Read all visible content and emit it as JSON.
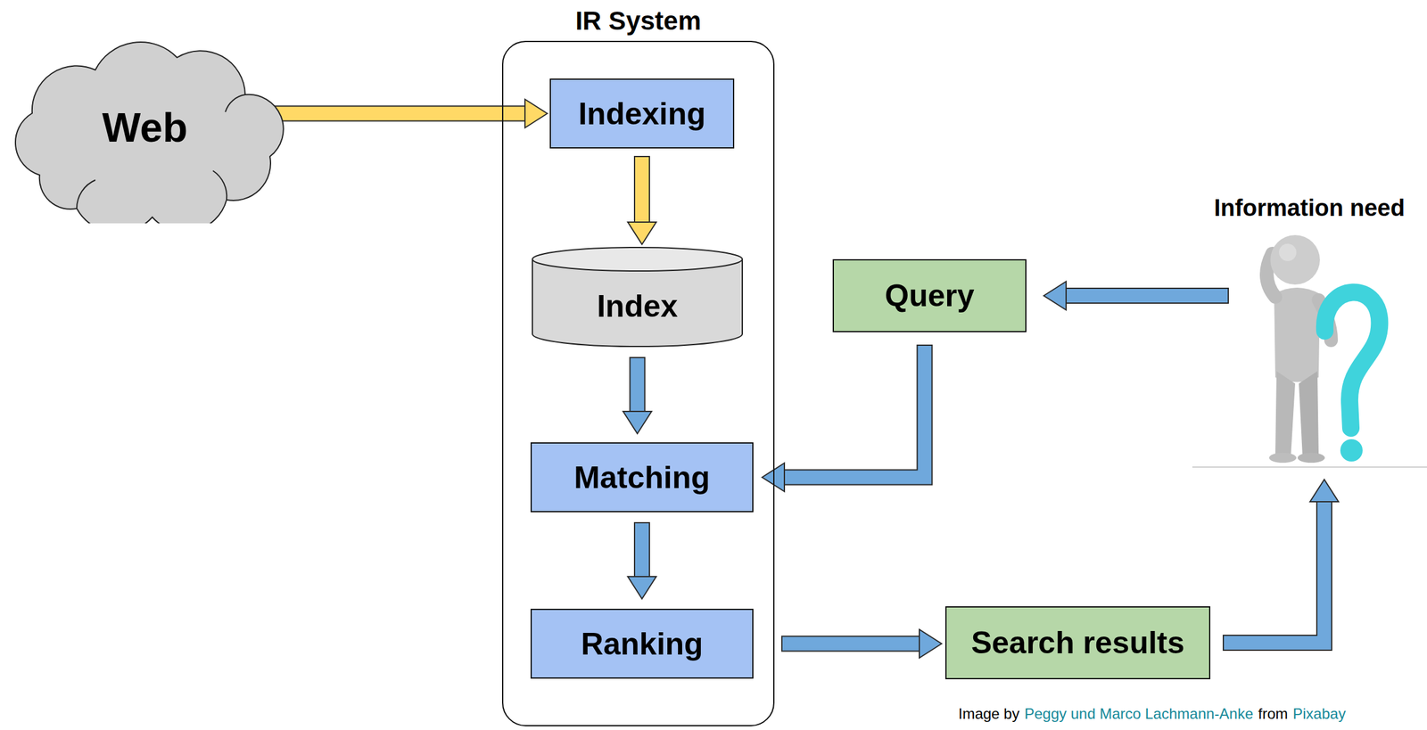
{
  "diagram": {
    "nodes": [
      {
        "text": [
          "IR System"
        ]
      },
      {
        "text": [
          "Web"
        ]
      },
      {
        "text": [
          "Indexing"
        ],
        "in": 0
      },
      {
        "text": [
          "Index"
        ],
        "in": 0
      },
      {
        "text": [
          "Matching"
        ],
        "in": 0
      },
      {
        "text": [
          "Ranking"
        ],
        "in": 0
      },
      {
        "text": [
          "Query"
        ]
      },
      {
        "text": [
          "Search results"
        ]
      },
      {
        "text": [
          "Information need"
        ]
      }
    ],
    "edges": [
      {
        "from": 1,
        "to": 2,
        "arrow": "to"
      },
      {
        "from": 2,
        "to": 3,
        "arrow": "to"
      },
      {
        "from": 3,
        "to": 4,
        "arrow": "to"
      },
      {
        "from": 8,
        "to": 6,
        "arrow": "to"
      },
      {
        "from": 6,
        "to": 4,
        "arrow": "to"
      },
      {
        "from": 4,
        "to": 5,
        "arrow": "to"
      },
      {
        "from": 5,
        "to": 7,
        "arrow": "to"
      },
      {
        "from": 7,
        "to": 8,
        "arrow": "to"
      }
    ],
    "labels": [
      "Image by",
      "Peggy und Marco Lachmann-Anke",
      "from",
      "Pixabay"
    ]
  }
}
